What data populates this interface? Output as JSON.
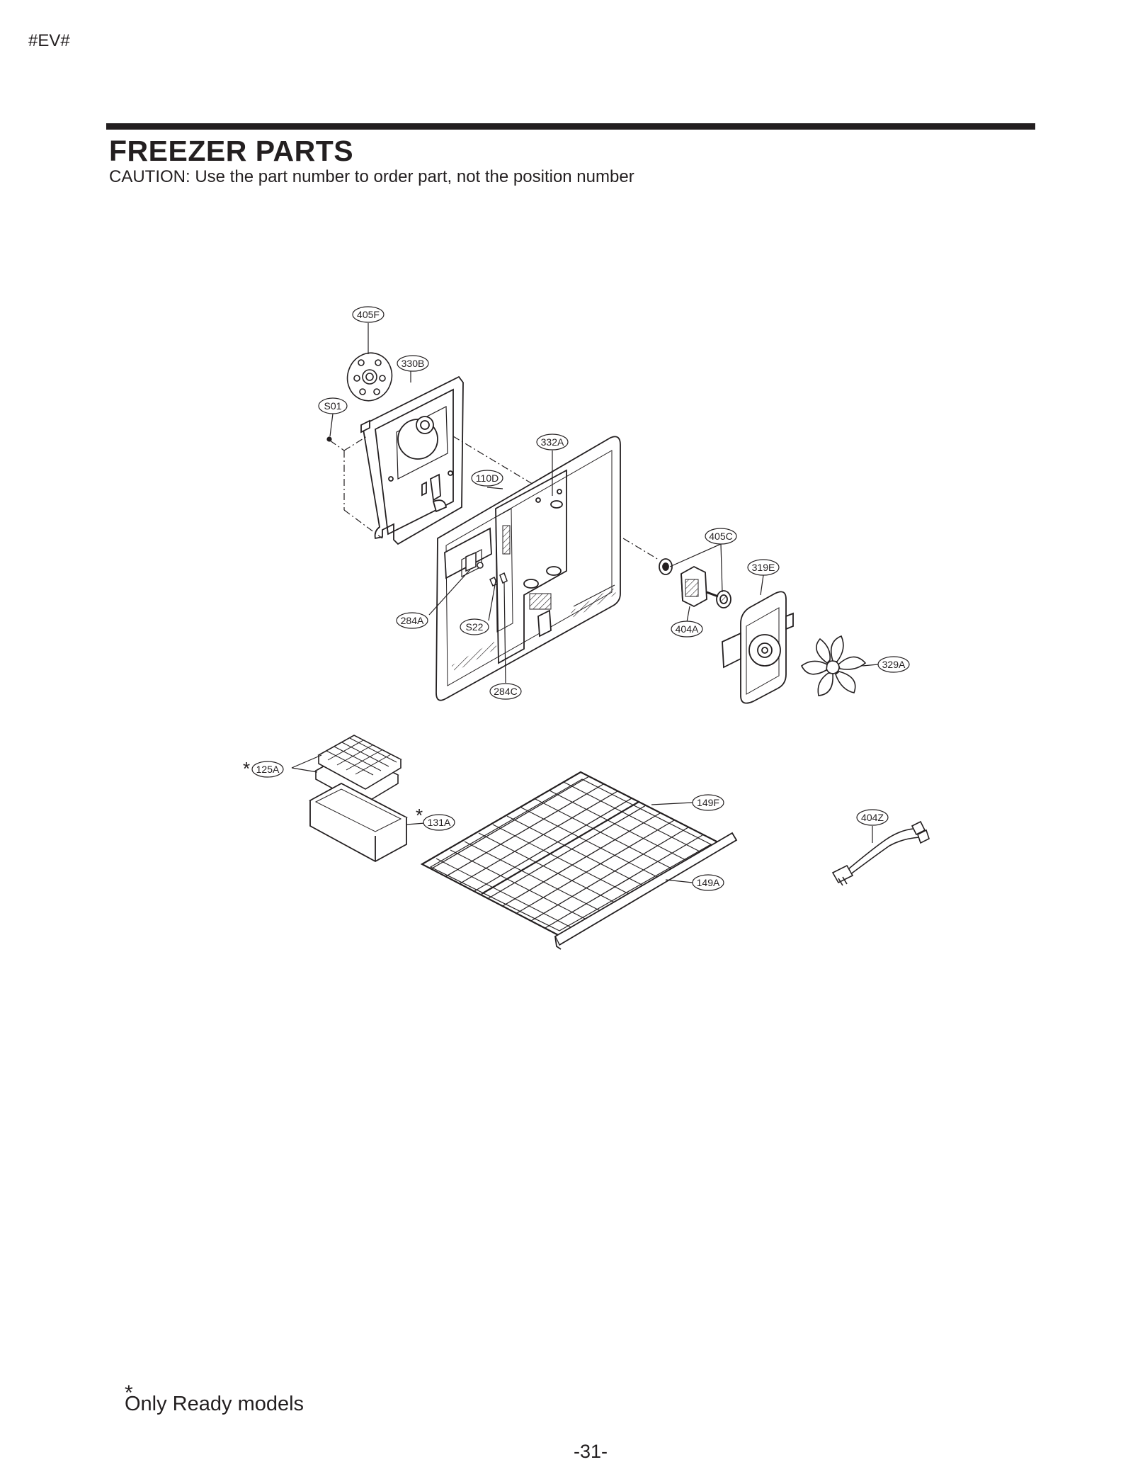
{
  "page": {
    "header_code": "#EV#",
    "title": "FREEZER PARTS",
    "caution": "CAUTION: Use the part number to order part, not the position number",
    "footnote_mark": "*",
    "footnote": "Only Ready models",
    "page_number": "-31-"
  },
  "callouts": {
    "c405F": "405F",
    "c330B": "330B",
    "cS01": "S01",
    "c332A": "332A",
    "c110D": "110D",
    "c405C": "405C",
    "c319E": "319E",
    "c284A": "284A",
    "cS22": "S22",
    "c404A": "404A",
    "c329A": "329A",
    "c284C": "284C",
    "c125A": "125A",
    "c131A": "131A",
    "c149F": "149F",
    "c149A": "149A",
    "c404Z": "404Z"
  },
  "markers": {
    "ready_mark": "*"
  }
}
